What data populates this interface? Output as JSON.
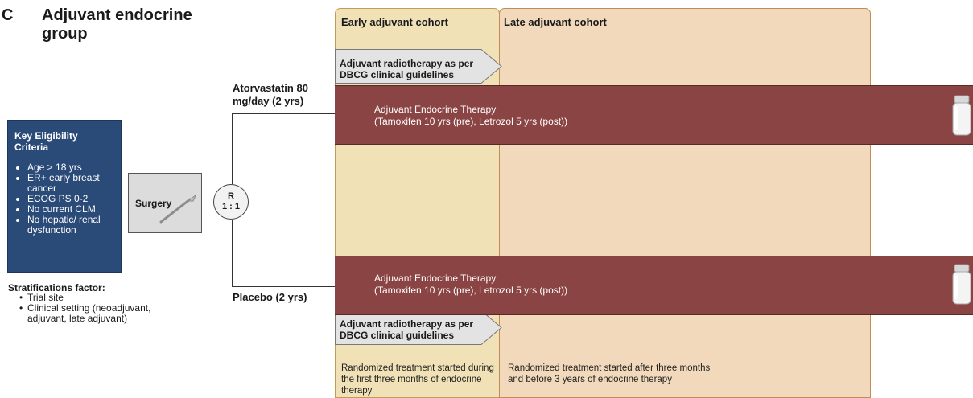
{
  "panel": {
    "letter": "C",
    "title": "Adjuvant endocrine group"
  },
  "eligibility": {
    "title": "Key Eligibility Criteria",
    "items": [
      "Age > 18 yrs",
      "ER+ early breast cancer",
      "ECOG PS 0-2",
      "No current CLM",
      "No hepatic/ renal dysfunction"
    ]
  },
  "stratification": {
    "title": "Stratifications factor:",
    "items": [
      "Trial site",
      "Clinical setting (neoadjuvant, adjuvant, late adjuvant)"
    ]
  },
  "surgery": {
    "label": "Surgery"
  },
  "randomization": {
    "line1": "R",
    "line2": "1 : 1"
  },
  "arms": {
    "top": "Atorvastatin 80 mg/day (2 yrs)",
    "bottom": "Placebo (2 yrs)"
  },
  "cohorts": {
    "early": "Early adjuvant cohort",
    "late": "Late adjuvant cohort"
  },
  "radiotherapy": {
    "top": "Adjuvant radiotherapy as per DBCG clinical guidelines",
    "bottom": "Adjuvant radiotherapy as per DBCG clinical guidelines"
  },
  "therapy": {
    "top_line1": "Adjuvant Endocrine Therapy",
    "top_line2": "(Tamoxifen 10 yrs (pre), Letrozol 5 yrs (post))",
    "bottom_line1": "Adjuvant Endocrine Therapy",
    "bottom_line2": "(Tamoxifen 10 yrs (pre), Letrozol 5 yrs (post))"
  },
  "notes": {
    "early": "Randomized treatment started during the first three months of endocrine therapy",
    "late": "Randomized treatment started after three months and before 3 years of endocrine therapy"
  },
  "icons": {
    "scalpel": "scalpel-icon",
    "pill_bottle": "pill-bottle-icon"
  },
  "colors": {
    "eligibility_box": "#2a4a78",
    "therapy_bar": "#8b4444",
    "early_cohort": "#f1e1b6",
    "late_cohort": "#f2d9bb"
  }
}
